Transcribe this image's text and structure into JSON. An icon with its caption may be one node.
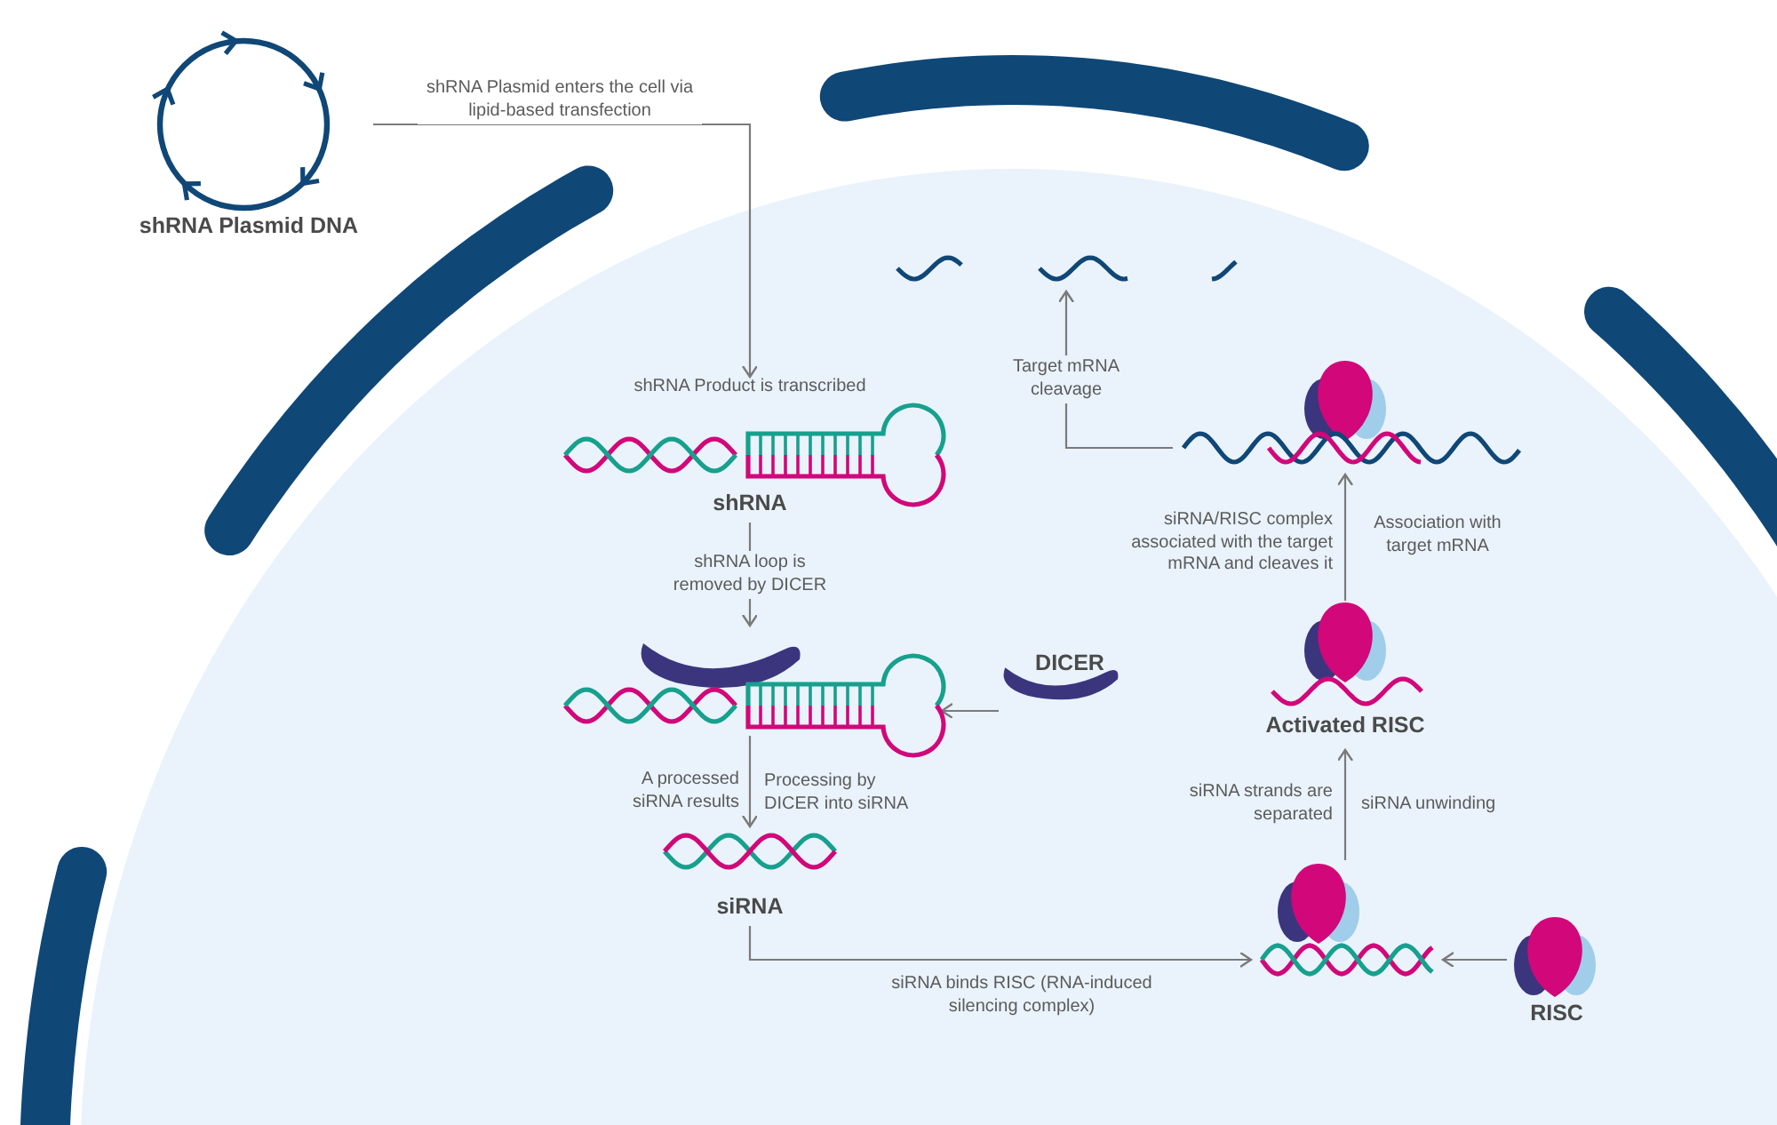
{
  "diagram": {
    "nodes": [
      {
        "text": [
          "shRNA Plasmid DNA"
        ]
      },
      {
        "text": [
          "shRNA Product is transcribed",
          "shRNA"
        ]
      },
      {
        "text": [],
        "shape": "picture"
      },
      {
        "text": [
          "DICER"
        ]
      },
      {
        "text": [
          "siRNA"
        ]
      },
      {
        "text": [],
        "shape": "picture"
      },
      {
        "text": [
          "RISC"
        ]
      },
      {
        "text": [
          "Activated RISC"
        ]
      },
      {
        "text": [],
        "shape": "picture"
      },
      {
        "text": [],
        "shape": "picture"
      }
    ],
    "edges": [
      {
        "from": 0,
        "to": 1,
        "arrow": "to",
        "label": "shRNA Plasmid enters the cell via lipid-based transfection"
      },
      {
        "from": 1,
        "to": 2,
        "arrow": "to",
        "label": "shRNA loop is removed by DICER"
      },
      {
        "from": 3,
        "to": 2,
        "arrow": "to"
      },
      {
        "from": 2,
        "to": 4,
        "arrow": "to",
        "label": "Processing by DICER into siRNA"
      },
      {
        "from": 4,
        "to": 5,
        "arrow": "to",
        "label": "siRNA binds RISC (RNA-induced silencing complex)"
      },
      {
        "from": 6,
        "to": 5,
        "arrow": "to"
      },
      {
        "from": 5,
        "to": 7,
        "arrow": "to",
        "label": "siRNA unwinding"
      },
      {
        "from": 7,
        "to": 8,
        "arrow": "to",
        "label": "Association with target mRNA"
      },
      {
        "from": 8,
        "to": 9,
        "arrow": "to",
        "label": "Target mRNA cleavage"
      }
    ],
    "labels": [
      "A processed siRNA results",
      "siRNA strands are separated",
      "siRNA/RISC complex associated with the target mRNA and cleaves it"
    ]
  }
}
